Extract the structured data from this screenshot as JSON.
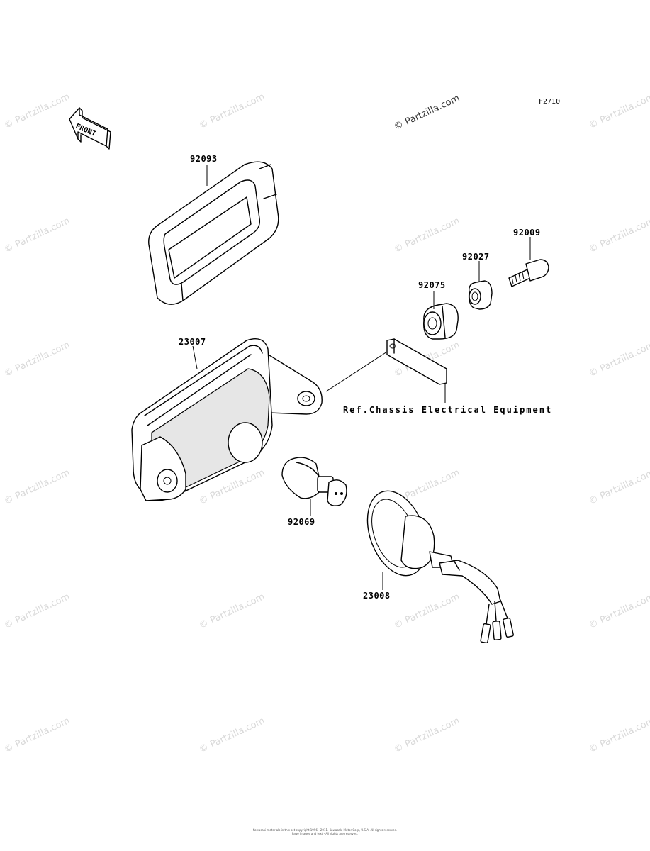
{
  "figure_code": "F2710",
  "front_label": "FRONT",
  "watermark_main": "© Partzilla.com",
  "watermark_repeat": "© Partzilla.com",
  "reference_text": "Ref.Chassis Electrical Equipment",
  "parts": {
    "p92093": "92093",
    "p92009": "92009",
    "p92027": "92027",
    "p92075": "92075",
    "p23007": "23007",
    "p92069": "92069",
    "p23008": "23008"
  },
  "copyright": [
    "Kawasaki materials in this set copyright 1996 - 2011. Kawasaki Motor Corp, U.S.A. All rights reserved.",
    "Page images and text - All rights are reserved."
  ]
}
